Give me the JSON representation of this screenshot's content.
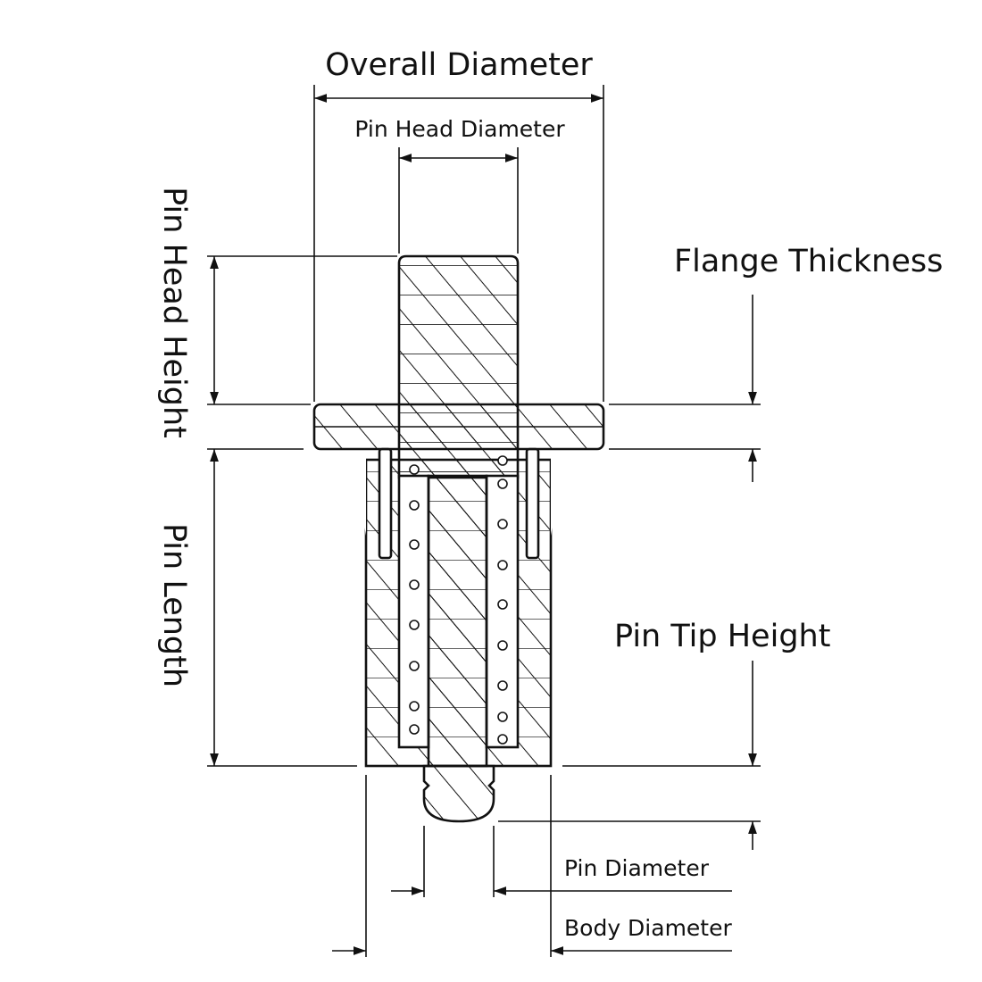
{
  "labels": {
    "overall_diameter": "Overall Diameter",
    "pin_head_diameter": "Pin Head Diameter",
    "pin_head_height": "Pin Head Height",
    "flange_thickness": "Flange Thickness",
    "pin_length": "Pin Length",
    "pin_tip_height": "Pin Tip Height",
    "pin_diameter": "Pin Diameter",
    "body_diameter": "Body Diameter"
  },
  "colors": {
    "line": "#111111",
    "background": "#ffffff"
  }
}
